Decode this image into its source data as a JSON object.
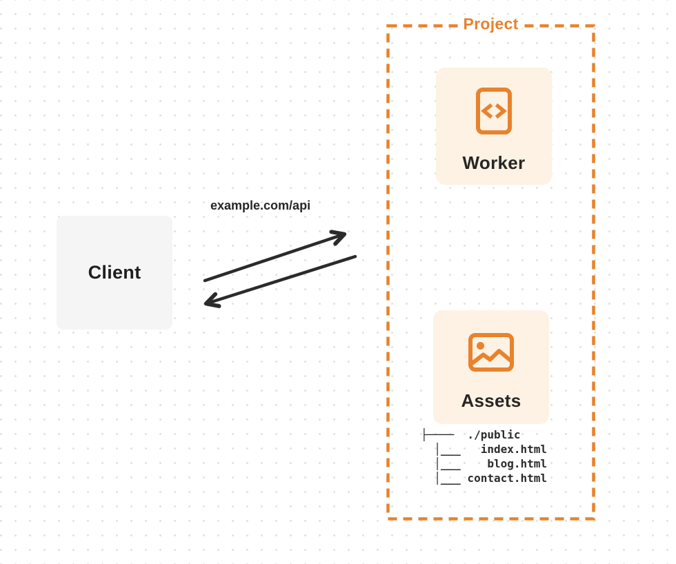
{
  "client": {
    "label": "Client"
  },
  "connection": {
    "endpoint_label": "example.com/api"
  },
  "project": {
    "label": "Project",
    "worker": {
      "label": "Worker",
      "icon": "code-document-icon"
    },
    "assets": {
      "label": "Assets",
      "icon": "image-icon"
    },
    "file_tree": [
      "├────  ./public",
      "  │___   index.html",
      "  │___    blog.html",
      "  │___ contact.html"
    ]
  },
  "colors": {
    "accent_orange": "#E8822C",
    "card_background": "#FDF2E4",
    "client_background": "#F5F5F6",
    "arrow": "#2B2B2B",
    "text_dark": "#262626",
    "grid_dot": "#E2E2E2"
  }
}
